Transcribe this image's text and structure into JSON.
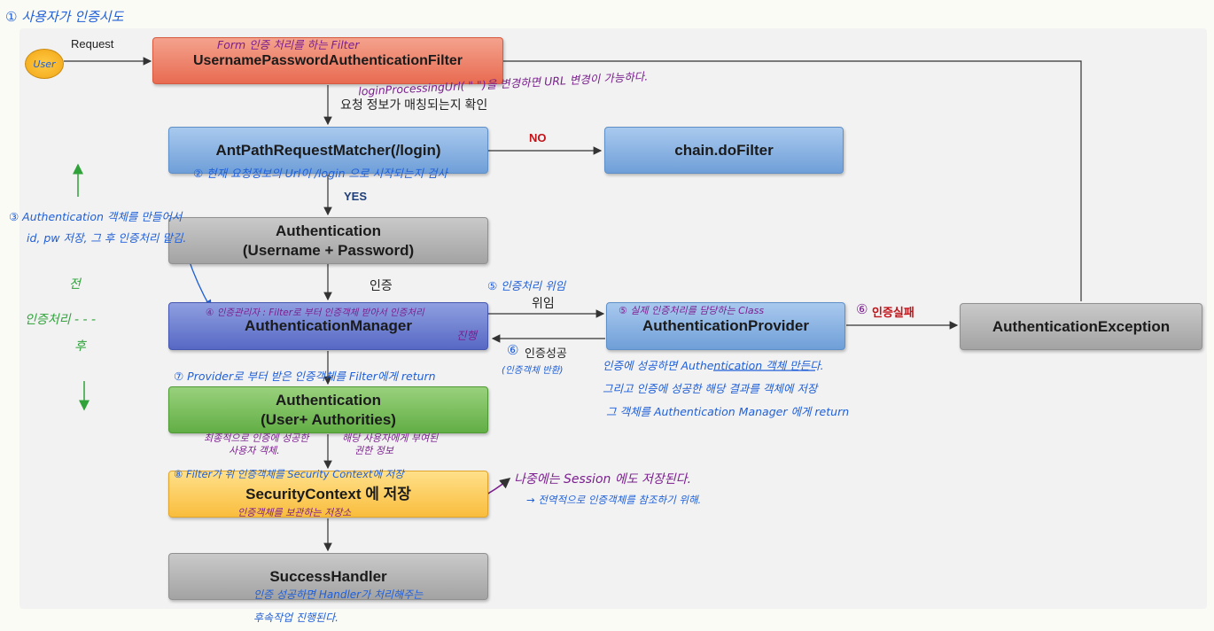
{
  "user": {
    "label": "User"
  },
  "request_label": "Request",
  "boxes": {
    "filter": "UsernamePasswordAuthenticationFilter",
    "matcher": "AntPathRequestMatcher(/login)",
    "dofilter": "chain.doFilter",
    "auth_token": [
      "Authentication",
      "(Username + Password)"
    ],
    "manager": "AuthenticationManager",
    "provider": "AuthenticationProvider",
    "exception": "AuthenticationException",
    "auth_result": [
      "Authentication",
      "(User+ Authorities)"
    ],
    "context": "SecurityContext 에 저장",
    "success": "SuccessHandler"
  },
  "flow_labels": {
    "check": "요청 정보가 매칭되는지 확인",
    "no": "NO",
    "yes": "YES",
    "auth": "인증",
    "delegate": "위임",
    "success": "인증성공",
    "fail": "인증실패"
  },
  "notes": {
    "n1": "① 사용자가 인증시도",
    "n_form": "Form 인증 처리를 하는 Filter",
    "n_url": "loginProcessingUrl( \" \")을 변경하면 URL 변경이 가능하다.",
    "n2": "② 현재 요청정보의 Url이 /login 으로 시작되는지 검사",
    "n3a": "③ Authentication 객체를 만들어서",
    "n3b": "id, pw 저장, 그 후 인증처리 맡김.",
    "n_before": "전",
    "n_during": "인증처리 - - -",
    "n_after": "후",
    "n4": "④ 인증관리자 : Filter로 부터 인증객체 받아서 인증처리",
    "n4b": "진행",
    "n5a": "⑤ 인증처리 위임",
    "n5b": "⑤ 실제 인증처리를 담당하는 Class",
    "n6a": "⑥",
    "n6b": "⑥",
    "n6c": "(인증객체 반환)",
    "n_prov1": "인증에 성공하면 Authentication 객체 만든다.",
    "n_prov2": "그리고 인증에 성공한 해당 결과를 객체에 저장",
    "n_prov3": "그 객체를 Authentication Manager 에게 return",
    "n7": "⑦ Provider로 부터 받은 인증객체를 Filter에게 return",
    "n_user": "최종적으로 인증에 성공한",
    "n_user2": "사용자 객체.",
    "n_auth": "해당 사용자에게 부여된",
    "n_auth2": "권한 정보",
    "n8": "⑧ Filter가 위 인증객체를 Security Context에 저장",
    "n_ctx": "인증객체를 보관하는 저장소",
    "n_session": "나중에는 Session 에도 저장된다.",
    "n_global": "→ 전역적으로 인증객체를 참조하기 위해.",
    "n_succ1": "인증 성공하면 Handler가 처리해주는",
    "n_succ2": "후속작업 진행된다."
  }
}
